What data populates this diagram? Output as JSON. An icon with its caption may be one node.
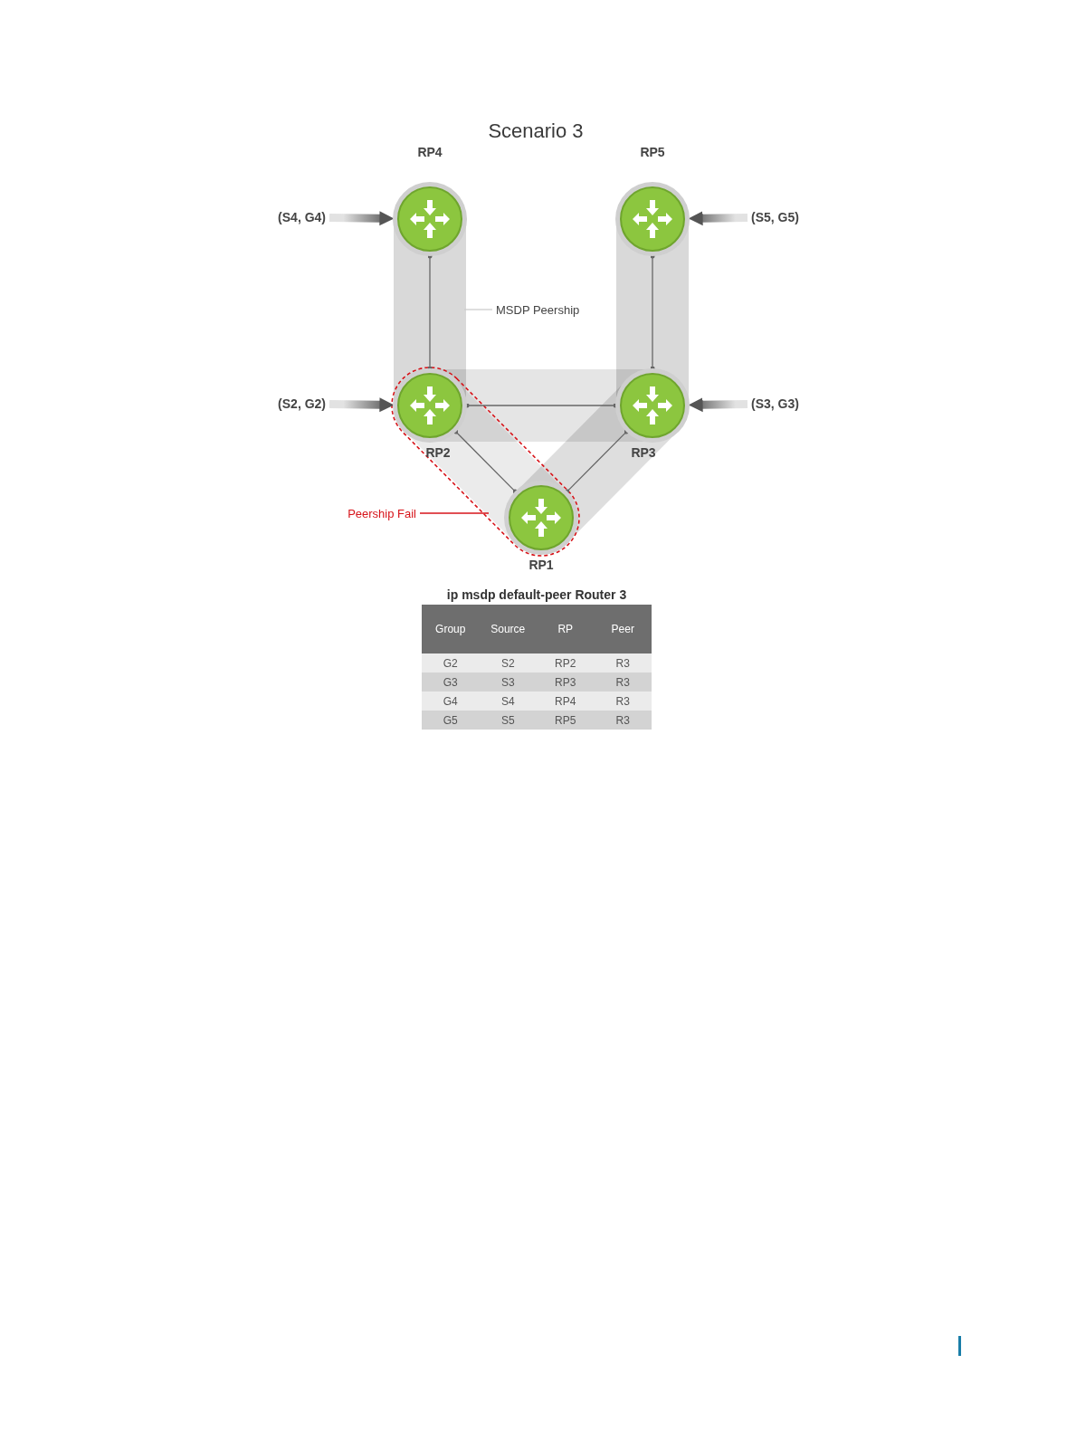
{
  "diagram": {
    "title": "Scenario 3",
    "nodes": [
      {
        "text": [
          "RP4"
        ]
      },
      {
        "text": [
          "RP5"
        ]
      },
      {
        "text": [
          "(S4, G4)"
        ]
      },
      {
        "text": [
          "(S5, G5)"
        ]
      },
      {
        "text": [
          "MSDP Peership"
        ]
      },
      {
        "text": [
          "(S2, G2)"
        ]
      },
      {
        "text": [
          "RP2"
        ]
      },
      {
        "text": [
          "RP3"
        ]
      },
      {
        "text": [
          "(S3, G3)"
        ]
      },
      {
        "text": [
          "Peership Fail"
        ]
      },
      {
        "text": [
          "RP1"
        ]
      }
    ],
    "edges": [
      {
        "from": 2,
        "to": 0,
        "arrow": "to",
        "style": "thick"
      },
      {
        "from": 3,
        "to": 1,
        "arrow": "to",
        "style": "thick"
      },
      {
        "from": 5,
        "to": 6,
        "arrow": "to",
        "style": "thick"
      },
      {
        "from": 8,
        "to": 7,
        "arrow": "to",
        "style": "thick"
      },
      {
        "from": 0,
        "to": 6,
        "arrow": "other"
      },
      {
        "from": 1,
        "to": 7,
        "arrow": "other"
      },
      {
        "from": 6,
        "to": 7,
        "arrow": "other"
      },
      {
        "from": 6,
        "to": 10,
        "arrow": "other"
      },
      {
        "from": 7,
        "to": 10,
        "arrow": "other"
      },
      {
        "from": 4,
        "to": null,
        "arrow": "none",
        "color": "#cccccc"
      },
      {
        "from": 9,
        "to": null,
        "arrow": "none",
        "color": "#d7141a"
      }
    ],
    "labels": [
      "ip msdp default-peer Router 3",
      "Group",
      "Source",
      "RP",
      "Peer",
      "G2",
      "S2",
      "RP2",
      "R3",
      "G3",
      "S3",
      "RP3",
      "R3",
      "G4",
      "S4",
      "RP4",
      "R3",
      "G5",
      "S5",
      "RP5",
      "R3"
    ]
  }
}
